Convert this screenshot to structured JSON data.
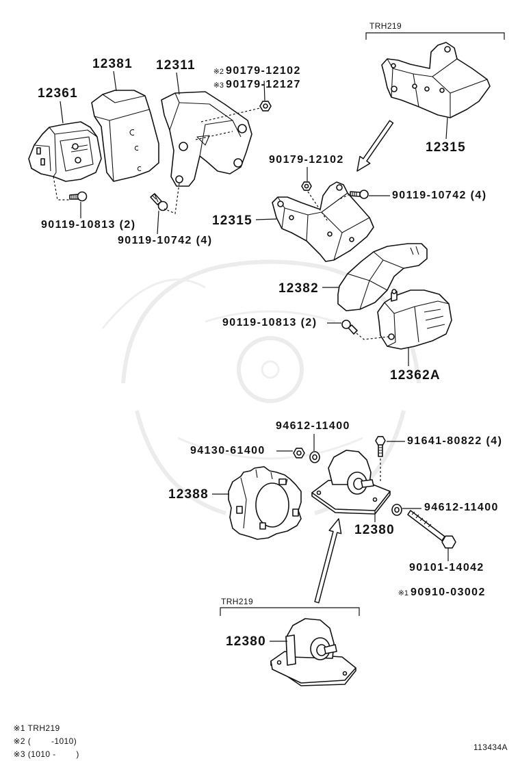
{
  "variants": {
    "top_bracket_label": "TRH219",
    "bottom_bracket_label": "TRH219"
  },
  "callouts": {
    "c12381": "12381",
    "c12311": "12311",
    "c12361": "12361",
    "c12315_top": "12315",
    "c12315_mid": "12315",
    "c12382": "12382",
    "c12362a": "12362A",
    "c12388": "12388",
    "c12380_main": "12380",
    "c12380_trh219": "12380"
  },
  "fasteners": {
    "nut_note2": {
      "mark": "※2",
      "number": "90179-12102"
    },
    "nut_note3": {
      "mark": "※3",
      "number": "90179-12127"
    },
    "nut_mid": "90179-12102",
    "bolt_mid_right": "90119-10742 (4)",
    "bolt_left": "90119-10813 (2)",
    "bolt_left_bracket": "90119-10742 (4)",
    "bolt_mount_rear": "90119-10813 (2)",
    "washer_upper": "94612-11400",
    "bolt_mount_plate": "91641-80822 (4)",
    "nut_lower": "94130-61400",
    "washer_lower": "94612-11400",
    "through_bolt": "90101-14042",
    "through_bolt_alt": {
      "mark": "※1",
      "number": "90910-03002"
    }
  },
  "footnotes": [
    {
      "mark": "※1",
      "text": "TRH219"
    },
    {
      "mark": "※2",
      "text": "(        -1010)"
    },
    {
      "mark": "※3",
      "text": "(1010 -        )"
    }
  ],
  "illustration_id": "113434A"
}
